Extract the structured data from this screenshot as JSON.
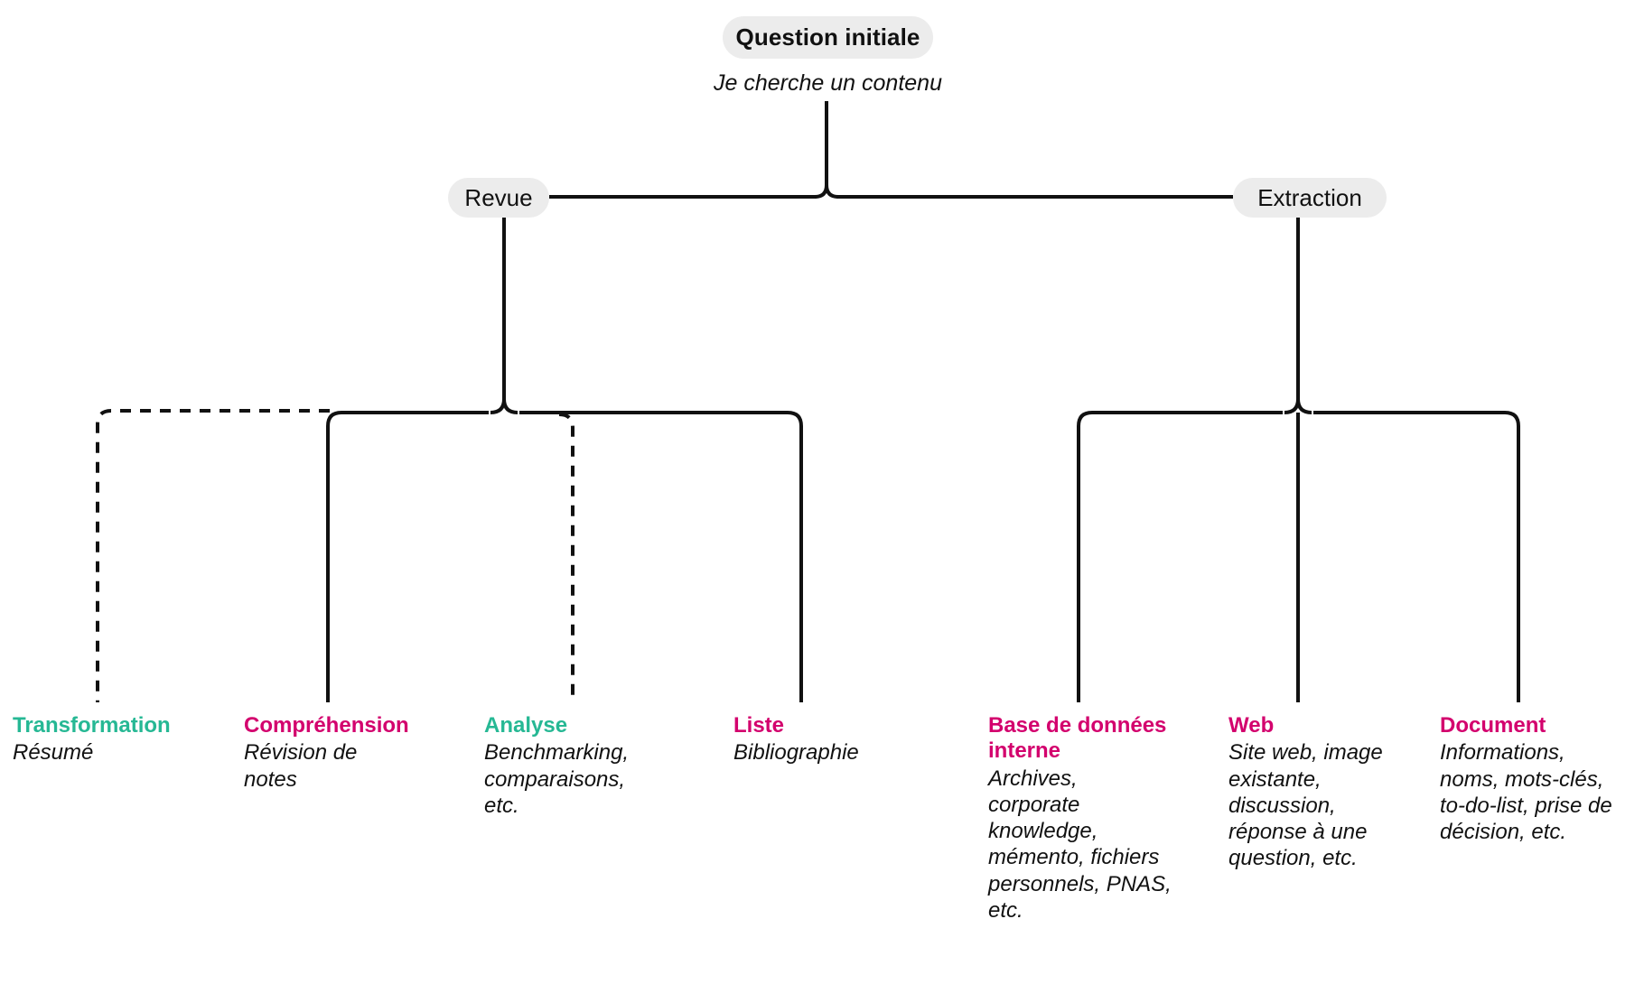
{
  "diagram": {
    "type": "tree",
    "colors": {
      "teal": "#26B894",
      "magenta": "#D3006D",
      "pill_background": "#ECECEC",
      "line": "#111111",
      "page_background": "#FFFFFF"
    },
    "root": {
      "label": "Question initiale",
      "subtitle": "Je cherche un contenu"
    },
    "branches": [
      {
        "label": "Revue",
        "children": [
          {
            "title": "Transformation",
            "title_color": "teal",
            "desc": "Résumé",
            "line_style": "dashed"
          },
          {
            "title": "Compréhension",
            "title_color": "magenta",
            "desc": "Révision de notes",
            "line_style": "solid"
          },
          {
            "title": "Analyse",
            "title_color": "teal",
            "desc": "Benchmarking, comparaisons, etc.",
            "line_style": "dashed"
          },
          {
            "title": "Liste",
            "title_color": "magenta",
            "desc": "Bibliographie",
            "line_style": "solid"
          }
        ]
      },
      {
        "label": "Extraction",
        "children": [
          {
            "title": "Base de données interne",
            "title_color": "magenta",
            "desc": "Archives, corporate knowledge, mémento, fichiers personnels, PNAS, etc.",
            "line_style": "solid"
          },
          {
            "title": "Web",
            "title_color": "magenta",
            "desc": "Site web, image existante, discussion, réponse à une question, etc.",
            "line_style": "solid"
          },
          {
            "title": "Document",
            "title_color": "magenta",
            "desc": "Informations, noms, mots-clés, to-do-list, prise de décision, etc.",
            "line_style": "solid"
          }
        ]
      }
    ]
  }
}
